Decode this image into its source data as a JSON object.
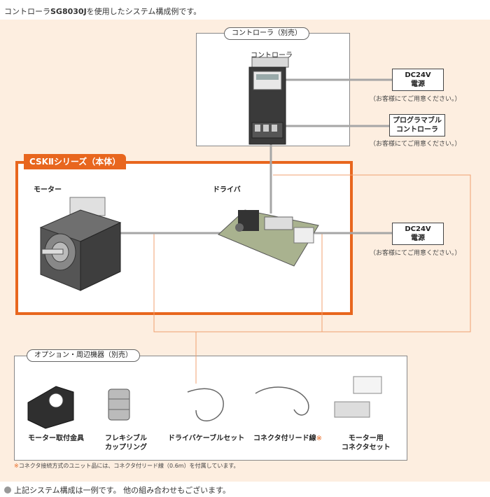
{
  "caption": {
    "prefix": "コントローラ",
    "model": "SG8030J",
    "suffix": "を使用したシステム構成例です。"
  },
  "controller_group": {
    "label": "コントローラ（別売）",
    "device_title": "コントローラ"
  },
  "csk": {
    "label": "CSKⅡシリーズ（本体）",
    "motor_label": "モーター",
    "driver_label": "ドライバ"
  },
  "supplies": [
    {
      "line1": "DC24V",
      "line2": "電源",
      "note": "（お客様にてご用意ください。）"
    },
    {
      "line1": "プログラマブル",
      "line2": "コントローラ",
      "note": "（お客様にてご用意ください。）"
    },
    {
      "line1": "DC24V",
      "line2": "電源",
      "note": "（お客様にてご用意ください。）"
    }
  ],
  "options": {
    "label": "オプション・周辺機器（別売）",
    "items": [
      {
        "line1": "モーター取付金具",
        "line2": ""
      },
      {
        "line1": "フレキシブル",
        "line2": "カップリング"
      },
      {
        "line1": "ドライバケーブルセット",
        "line2": ""
      },
      {
        "line1": "コネクタ付リード線",
        "line2": ""
      },
      {
        "line1": "モーター用",
        "line2": "コネクタセット"
      }
    ],
    "footnote_mark": "※",
    "footnote": "コネクタ接続方式のユニット品には、コネクタ付リード線（0.6m）を付属しています。"
  },
  "bottom_note": "上記システム構成は一例です。 他の組み合わせもございます。",
  "colors": {
    "accent": "#e8661e",
    "panel": "#fdeee0",
    "line": "#999999"
  }
}
